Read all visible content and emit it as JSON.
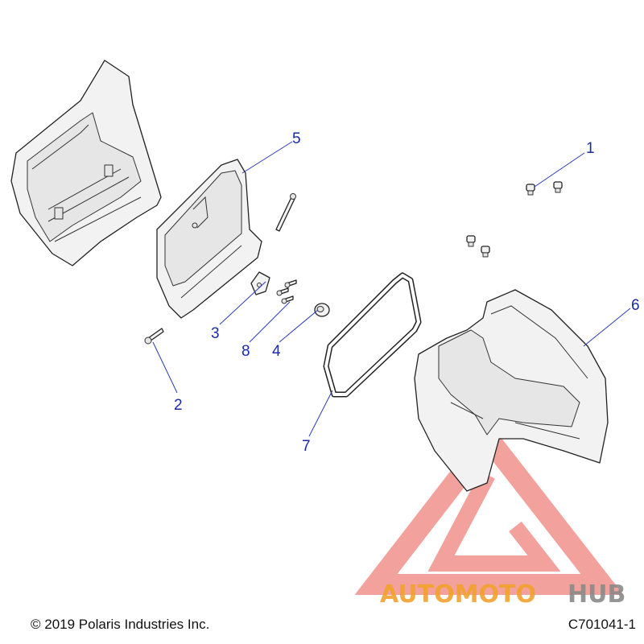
{
  "callouts": [
    {
      "number": "1"
    },
    {
      "number": "2"
    },
    {
      "number": "3"
    },
    {
      "number": "4"
    },
    {
      "number": "5"
    },
    {
      "number": "6"
    },
    {
      "number": "7"
    },
    {
      "number": "8"
    }
  ],
  "watermark": {
    "part1": "AUTOMOTO",
    "part2": "HUB",
    "color_primary": "#f2a12f",
    "color_secondary": "#8a8a8a",
    "logo_color": "#e8554e"
  },
  "footer": {
    "copyright": "© 2019 Polaris Industries Inc.",
    "drawing_id": "C701041-1"
  },
  "colors": {
    "callout_text": "#1a2aa8",
    "leader_line": "#2b3bb5"
  }
}
